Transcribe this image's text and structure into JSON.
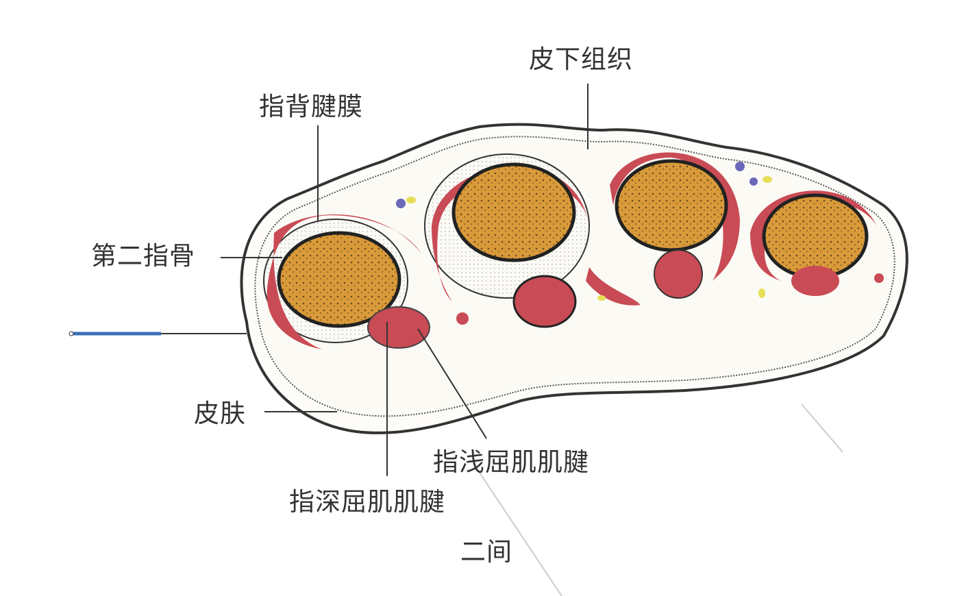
{
  "labels": {
    "subcutaneous": "皮下组织",
    "extensor_expansion": "指背腱膜",
    "second_phalanx": "第二指骨",
    "skin": "皮肤",
    "fds_tendon": "指浅屈肌肌腱",
    "fdp_tendon": "指深屈肌肌腱",
    "acupoint": "二间"
  },
  "colors": {
    "bone": "#d99a3a",
    "tendon": "#c94b55",
    "pointer": "#3a6fb8"
  }
}
